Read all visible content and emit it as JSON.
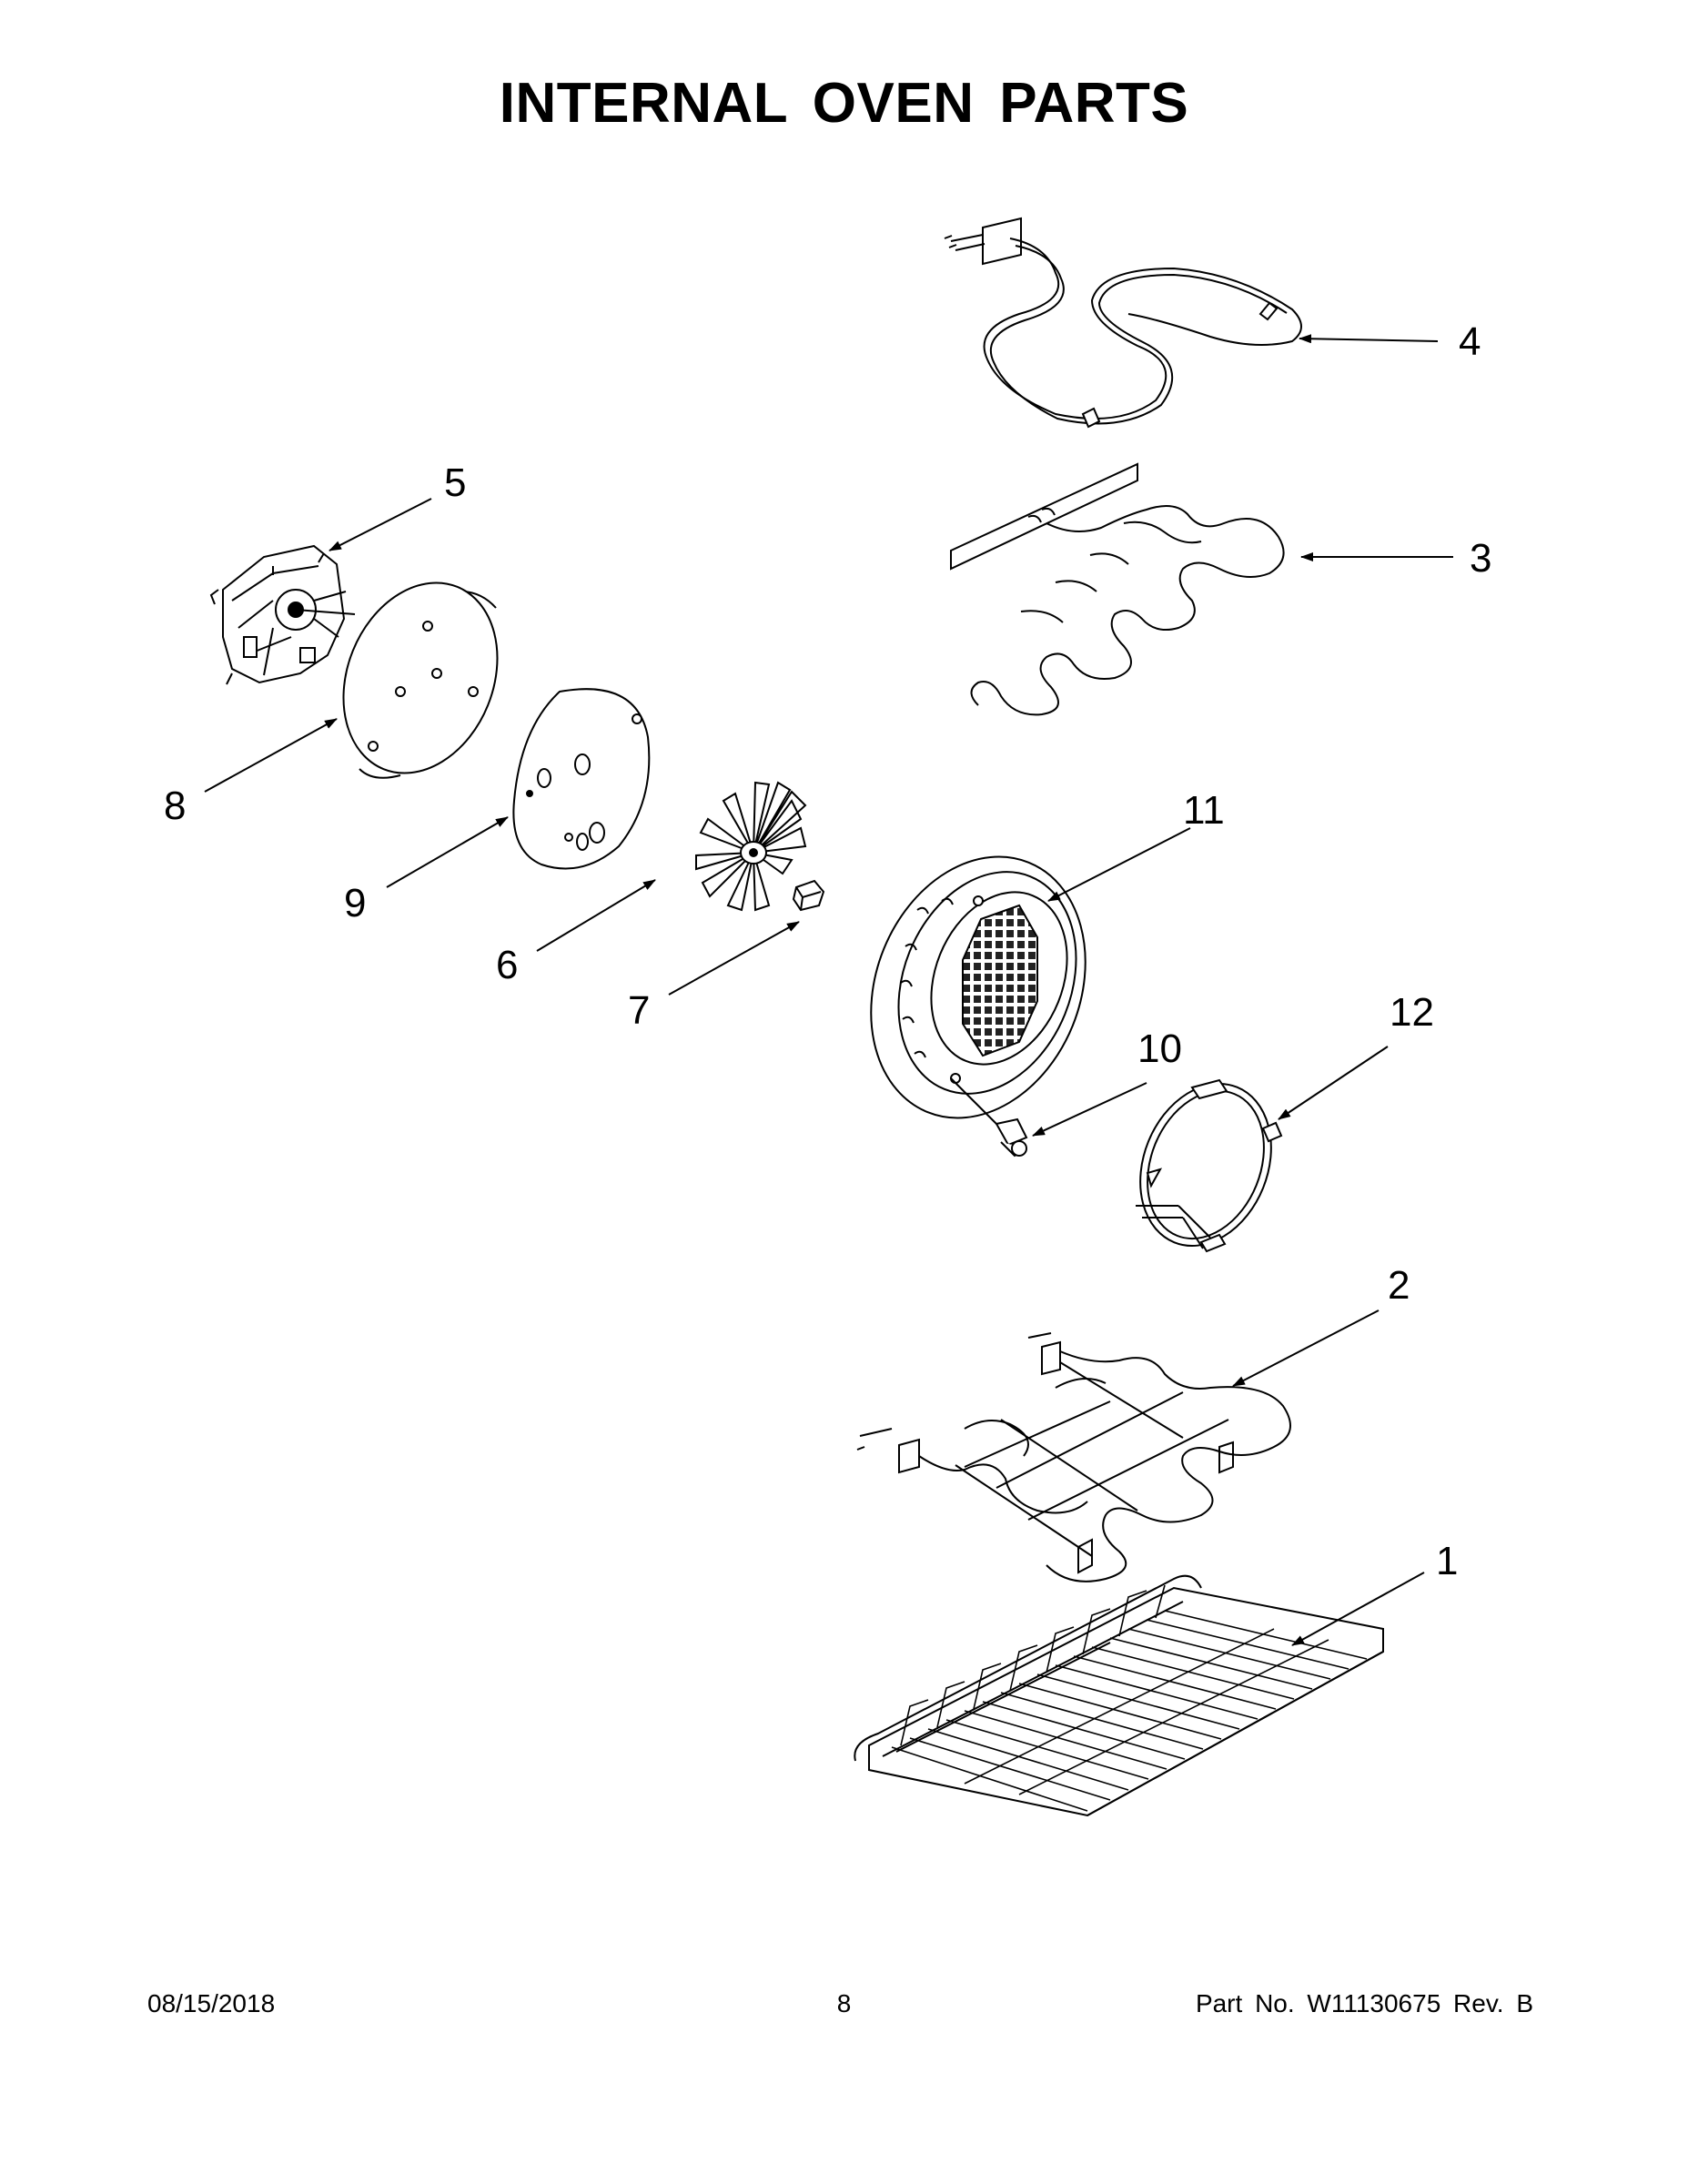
{
  "title": "INTERNAL OVEN PARTS",
  "callouts": [
    "1",
    "2",
    "3",
    "4",
    "5",
    "6",
    "7",
    "8",
    "9",
    "10",
    "11",
    "12"
  ],
  "footer": {
    "date": "08/15/2018",
    "page": "8",
    "part": "Part No.  W11130675  Rev.  B"
  }
}
